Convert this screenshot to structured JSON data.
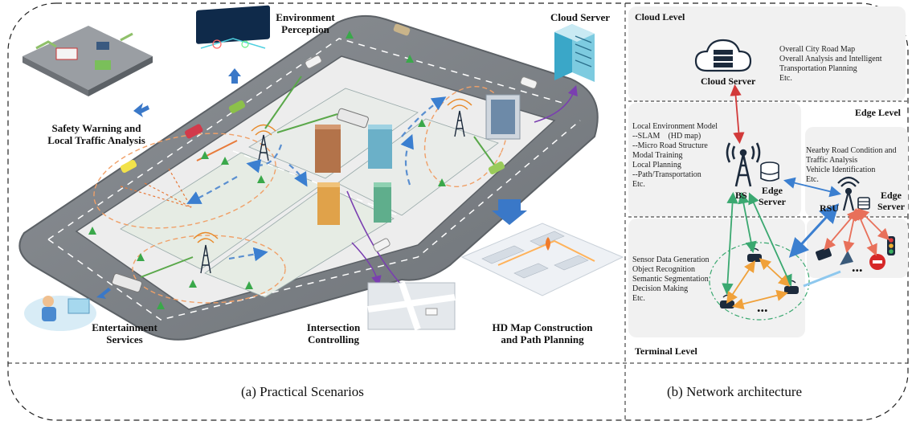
{
  "left": {
    "labels": {
      "environment_perception": "Environment\nPerception",
      "cloud_server": "Cloud Server",
      "safety_warning": "Safety Warning and\nLocal Traffic Analysis",
      "entertainment": "Entertainment\nServices",
      "intersection": "Intersection\nControlling",
      "hd_map": "HD Map Construction\nand Path Planning"
    },
    "caption": "(a) Practical Scenarios"
  },
  "right": {
    "levels": {
      "cloud": "Cloud Level",
      "edge": "Edge Level",
      "terminal": "Terminal Level"
    },
    "cloud_server_label": "Cloud Server",
    "cloud_text": [
      "Overall City Road Map",
      "Overall Analysis and Intelligent",
      "Transportation Planning",
      "Etc."
    ],
    "edge_left_text": [
      "Local Environment Model",
      "--SLAM　(HD map)",
      "--Micro Road Structure",
      "Modal Training",
      "Local Planning",
      "--Path/Transportation",
      "Etc."
    ],
    "edge_right_text": [
      "Nearby Road Condition and",
      "Traffic Analysis",
      "Vehicle Identification",
      "Etc."
    ],
    "bs_label": "BS",
    "edge_server_label": "Edge\nServer",
    "rsu_label": "RSU",
    "rsu_server_label": "Edge\nServer",
    "terminal_text": [
      "Sensor Data Generation",
      "Object Recognition",
      "Semantic Segmentation",
      "Decision Making",
      "Etc."
    ],
    "ellipsis": "...",
    "caption": "(b) Network architecture"
  }
}
